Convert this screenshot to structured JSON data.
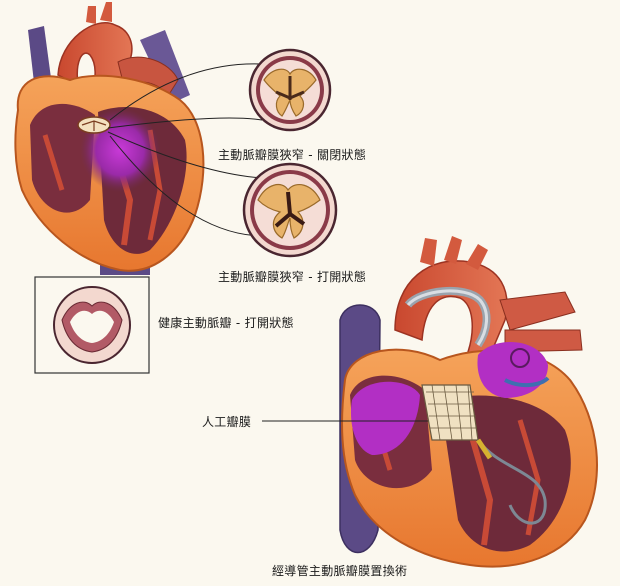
{
  "labels": {
    "stenosis_closed": "主動脈瓣膜狹窄 - 關閉狀態",
    "stenosis_open": "主動脈瓣膜狹窄 - 打開狀態",
    "healthy_open": "健康主動脈瓣 - 打開狀態",
    "artificial_valve": "人工瓣膜",
    "tavr": "經導管主動脈瓣膜置換術"
  },
  "colors": {
    "background": "#fbf8ef",
    "aorta": "#d35a3e",
    "vein": "#5b4a86",
    "myocardium": "#f08a3c",
    "chamber": "#6e2a3a",
    "highlight": "#b22fc4",
    "valve_tissue": "#e8b36a",
    "valve_ring": "#f3d8cf"
  }
}
